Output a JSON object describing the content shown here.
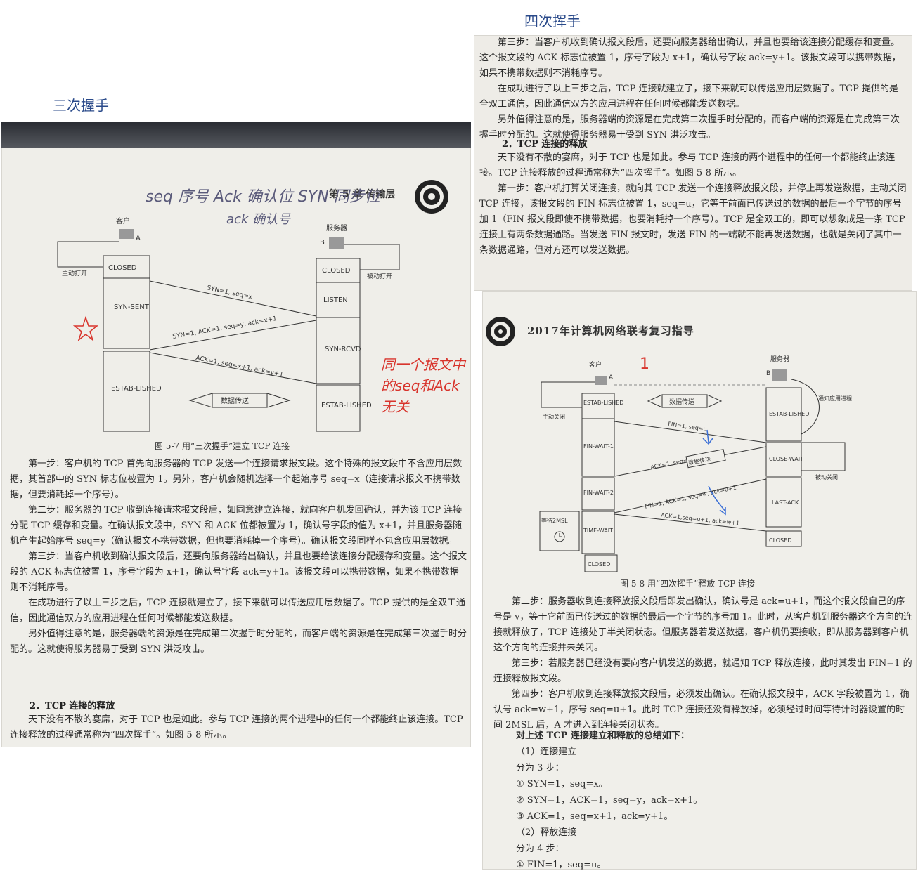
{
  "headings": {
    "left": "三次握手",
    "right": "四次挥手"
  },
  "left_page": {
    "chapter": "第 5 章   传输层",
    "handwriting_top_1": "seq 序号   Ack 确认位   SYN 同步位",
    "handwriting_top_2": "ack 确认号",
    "handwriting_side": "同一个报文中的seq和Ack无关",
    "diagram": {
      "client_label": "客户",
      "client_letter": "A",
      "server_label": "服务器",
      "server_letter": "B",
      "active_open": "主动打开",
      "passive_open": "被动打开",
      "client_states": [
        "CLOSED",
        "SYN-SENT",
        "ESTAB-LISHED"
      ],
      "server_states": [
        "CLOSED",
        "LISTEN",
        "SYN-RCVD",
        "ESTAB-LISHED"
      ],
      "msg1": "SYN=1, seq=x",
      "msg2": "SYN=1, ACK=1, seq=y, ack=x+1",
      "msg3": "ACK=1, seq=x+1, ack=y+1",
      "data_transfer": "数据传送"
    },
    "caption": "图 5-7   用“三次握手”建立 TCP 连接",
    "paragraphs": [
      "第一步：客户机的 TCP 首先向服务器的 TCP 发送一个连接请求报文段。这个特殊的报文段中不含应用层数据，其首部中的 SYN 标志位被置为 1。另外，客户机会随机选择一个起始序号 seq=x（连接请求报文不携带数据，但要消耗掉一个序号）。",
      "第二步：服务器的 TCP 收到连接请求报文段后，如同意建立连接，就向客户机发回确认，并为该 TCP 连接分配 TCP 缓存和变量。在确认报文段中，SYN 和 ACK 位都被置为 1，确认号字段的值为 x+1，并且服务器随机产生起始序号 seq=y（确认报文不携带数据，但也要消耗掉一个序号）。确认报文段同样不包含应用层数据。",
      "第三步：当客户机收到确认报文段后，还要向服务器给出确认，并且也要给该连接分配缓存和变量。这个报文段的 ACK 标志位被置 1，序号字段为 x+1，确认号字段 ack=y+1。该报文段可以携带数据，如果不携带数据则不消耗序号。",
      "在成功进行了以上三步之后，TCP 连接就建立了，接下来就可以传送应用层数据了。TCP 提供的是全双工通信，因此通信双方的应用进程在任何时候都能发送数据。",
      "另外值得注意的是，服务器端的资源是在完成第二次握手时分配的，而客户端的资源是在完成第三次握手时分配的。这就使得服务器易于受到 SYN 洪泛攻击。"
    ],
    "section": "2．TCP 连接的释放",
    "release_para": "天下没有不散的宴席，对于 TCP 也是如此。参与 TCP 连接的两个进程中的任何一个都能终止该连接。TCP 连接释放的过程通常称为“四次挥手”。如图 5-8 所示。"
  },
  "right_top": {
    "paragraphs": [
      "第三步：当客户机收到确认报文段后，还要向服务器给出确认，并且也要给该连接分配缓存和变量。这个报文段的 ACK 标志位被置 1，序号字段为 x+1，确认号字段 ack=y+1。该报文段可以携带数据，如果不携带数据则不消耗序号。",
      "在成功进行了以上三步之后，TCP 连接就建立了，接下来就可以传送应用层数据了。TCP 提供的是全双工通信，因此通信双方的应用进程在任何时候都能发送数据。",
      "另外值得注意的是，服务器端的资源是在完成第二次握手时分配的，而客户端的资源是在完成第三次握手时分配的。这就使得服务器易于受到 SYN 洪泛攻击。"
    ],
    "section": "2．TCP 连接的释放",
    "release_para": "天下没有不散的宴席，对于 TCP 也是如此。参与 TCP 连接的两个进程中的任何一个都能终止该连接。TCP 连接释放的过程通常称为“四次挥手”。如图 5-8 所示。",
    "step1": "第一步：客户机打算关闭连接，就向其 TCP 发送一个连接释放报文段，并停止再发送数据，主动关闭 TCP 连接，该报文段的 FIN 标志位被置 1，seq=u，它等于前面已传送过的数据的最后一个字节的序号加 1（FIN 报文段即使不携带数据，也要消耗掉一个序号）。TCP 是全双工的，即可以想象成是一条 TCP 连接上有两条数据通路。当发送 FIN 报文时，发送 FIN 的一端就不能再发送数据，也就是关闭了其中一条数据通路，但对方还可以发送数据。"
  },
  "right_bottom": {
    "book_title": "2017年计算机网络联考复习指导",
    "handwriting_mark": "1",
    "diagram": {
      "client_label": "客户",
      "client_letter": "A",
      "server_label": "服务器",
      "server_letter": "B",
      "active_close": "主动关闭",
      "passive_close": "被动关闭",
      "notify_app": "通知应用进程",
      "wait_2msl": "等待2MSL",
      "client_states": [
        "ESTAB-LISHED",
        "FIN-WAIT-1",
        "FIN-WAIT-2",
        "TIME-WAIT",
        "CLOSED"
      ],
      "server_states": [
        "ESTAB-LISHED",
        "CLOSE-WAIT",
        "LAST-ACK",
        "CLOSED"
      ],
      "data_transfer_1": "数据传送",
      "data_transfer_2": "数据传送",
      "msg1": "FIN=1, seq=u",
      "msg2": "ACK=1, seq=v, ack=u+1",
      "msg3": "FIN=1, ACK=1, seq=w, ack=u+1",
      "msg4": "ACK=1,seq=u+1, ack=w+1"
    },
    "caption": "图 5-8   用“四次挥手”释放 TCP 连接",
    "paragraphs": [
      "第二步：服务器收到连接释放报文段后即发出确认，确认号是 ack=u+1，而这个报文段自己的序号是 v，等于它前面已传送过的数据的最后一个字节的序号加 1。此时，从客户机到服务器这个方向的连接就释放了，TCP 连接处于半关闭状态。但服务器若发送数据，客户机仍要接收，即从服务器到客户机这个方向的连接并未关闭。",
      "第三步：若服务器已经没有要向客户机发送的数据，就通知 TCP 释放连接，此时其发出 FIN=1 的连接释放报文段。",
      "第四步：客户机收到连接释放报文段后，必须发出确认。在确认报文段中，ACK 字段被置为 1，确认号 ack=w+1，序号 seq=u+1。此时 TCP 连接还没有释放掉，必须经过时间等待计时器设置的时间 2MSL 后，A 才进入到连接关闭状态。"
    ],
    "summary_intro": "对上述 TCP 连接建立和释放的总结如下：",
    "summary": [
      "（1）连接建立",
      "分为 3 步：",
      "① SYN=1，seq=x。",
      "② SYN=1，ACK=1，seq=y，ack=x+1。",
      "③ ACK=1，seq=x+1，ack=y+1。",
      "（2）释放连接",
      "分为 4 步：",
      "① FIN=1，seq=u。"
    ]
  }
}
